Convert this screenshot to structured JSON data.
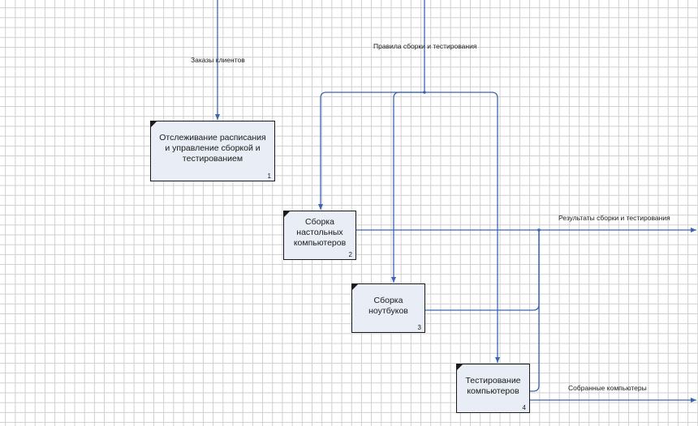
{
  "colors": {
    "arrow": "#3a66b0",
    "box_fill": "#e9edf5",
    "grid": "#cfcfcf"
  },
  "boxes": [
    {
      "label": "Отслеживание расписания и управление сборкой и тестированием",
      "number": "1"
    },
    {
      "label": "Сборка настольных компьютеров",
      "number": "2"
    },
    {
      "label": "Сборка ноутбуков",
      "number": "3"
    },
    {
      "label": "Тестирование компьютеров",
      "number": "4"
    }
  ],
  "arrows": {
    "orders": "Заказы клиентов",
    "rules": "Правила сборки и тестирования",
    "results": "Результаты сборки и тестирования",
    "assembled": "Собранные компьютеры"
  }
}
